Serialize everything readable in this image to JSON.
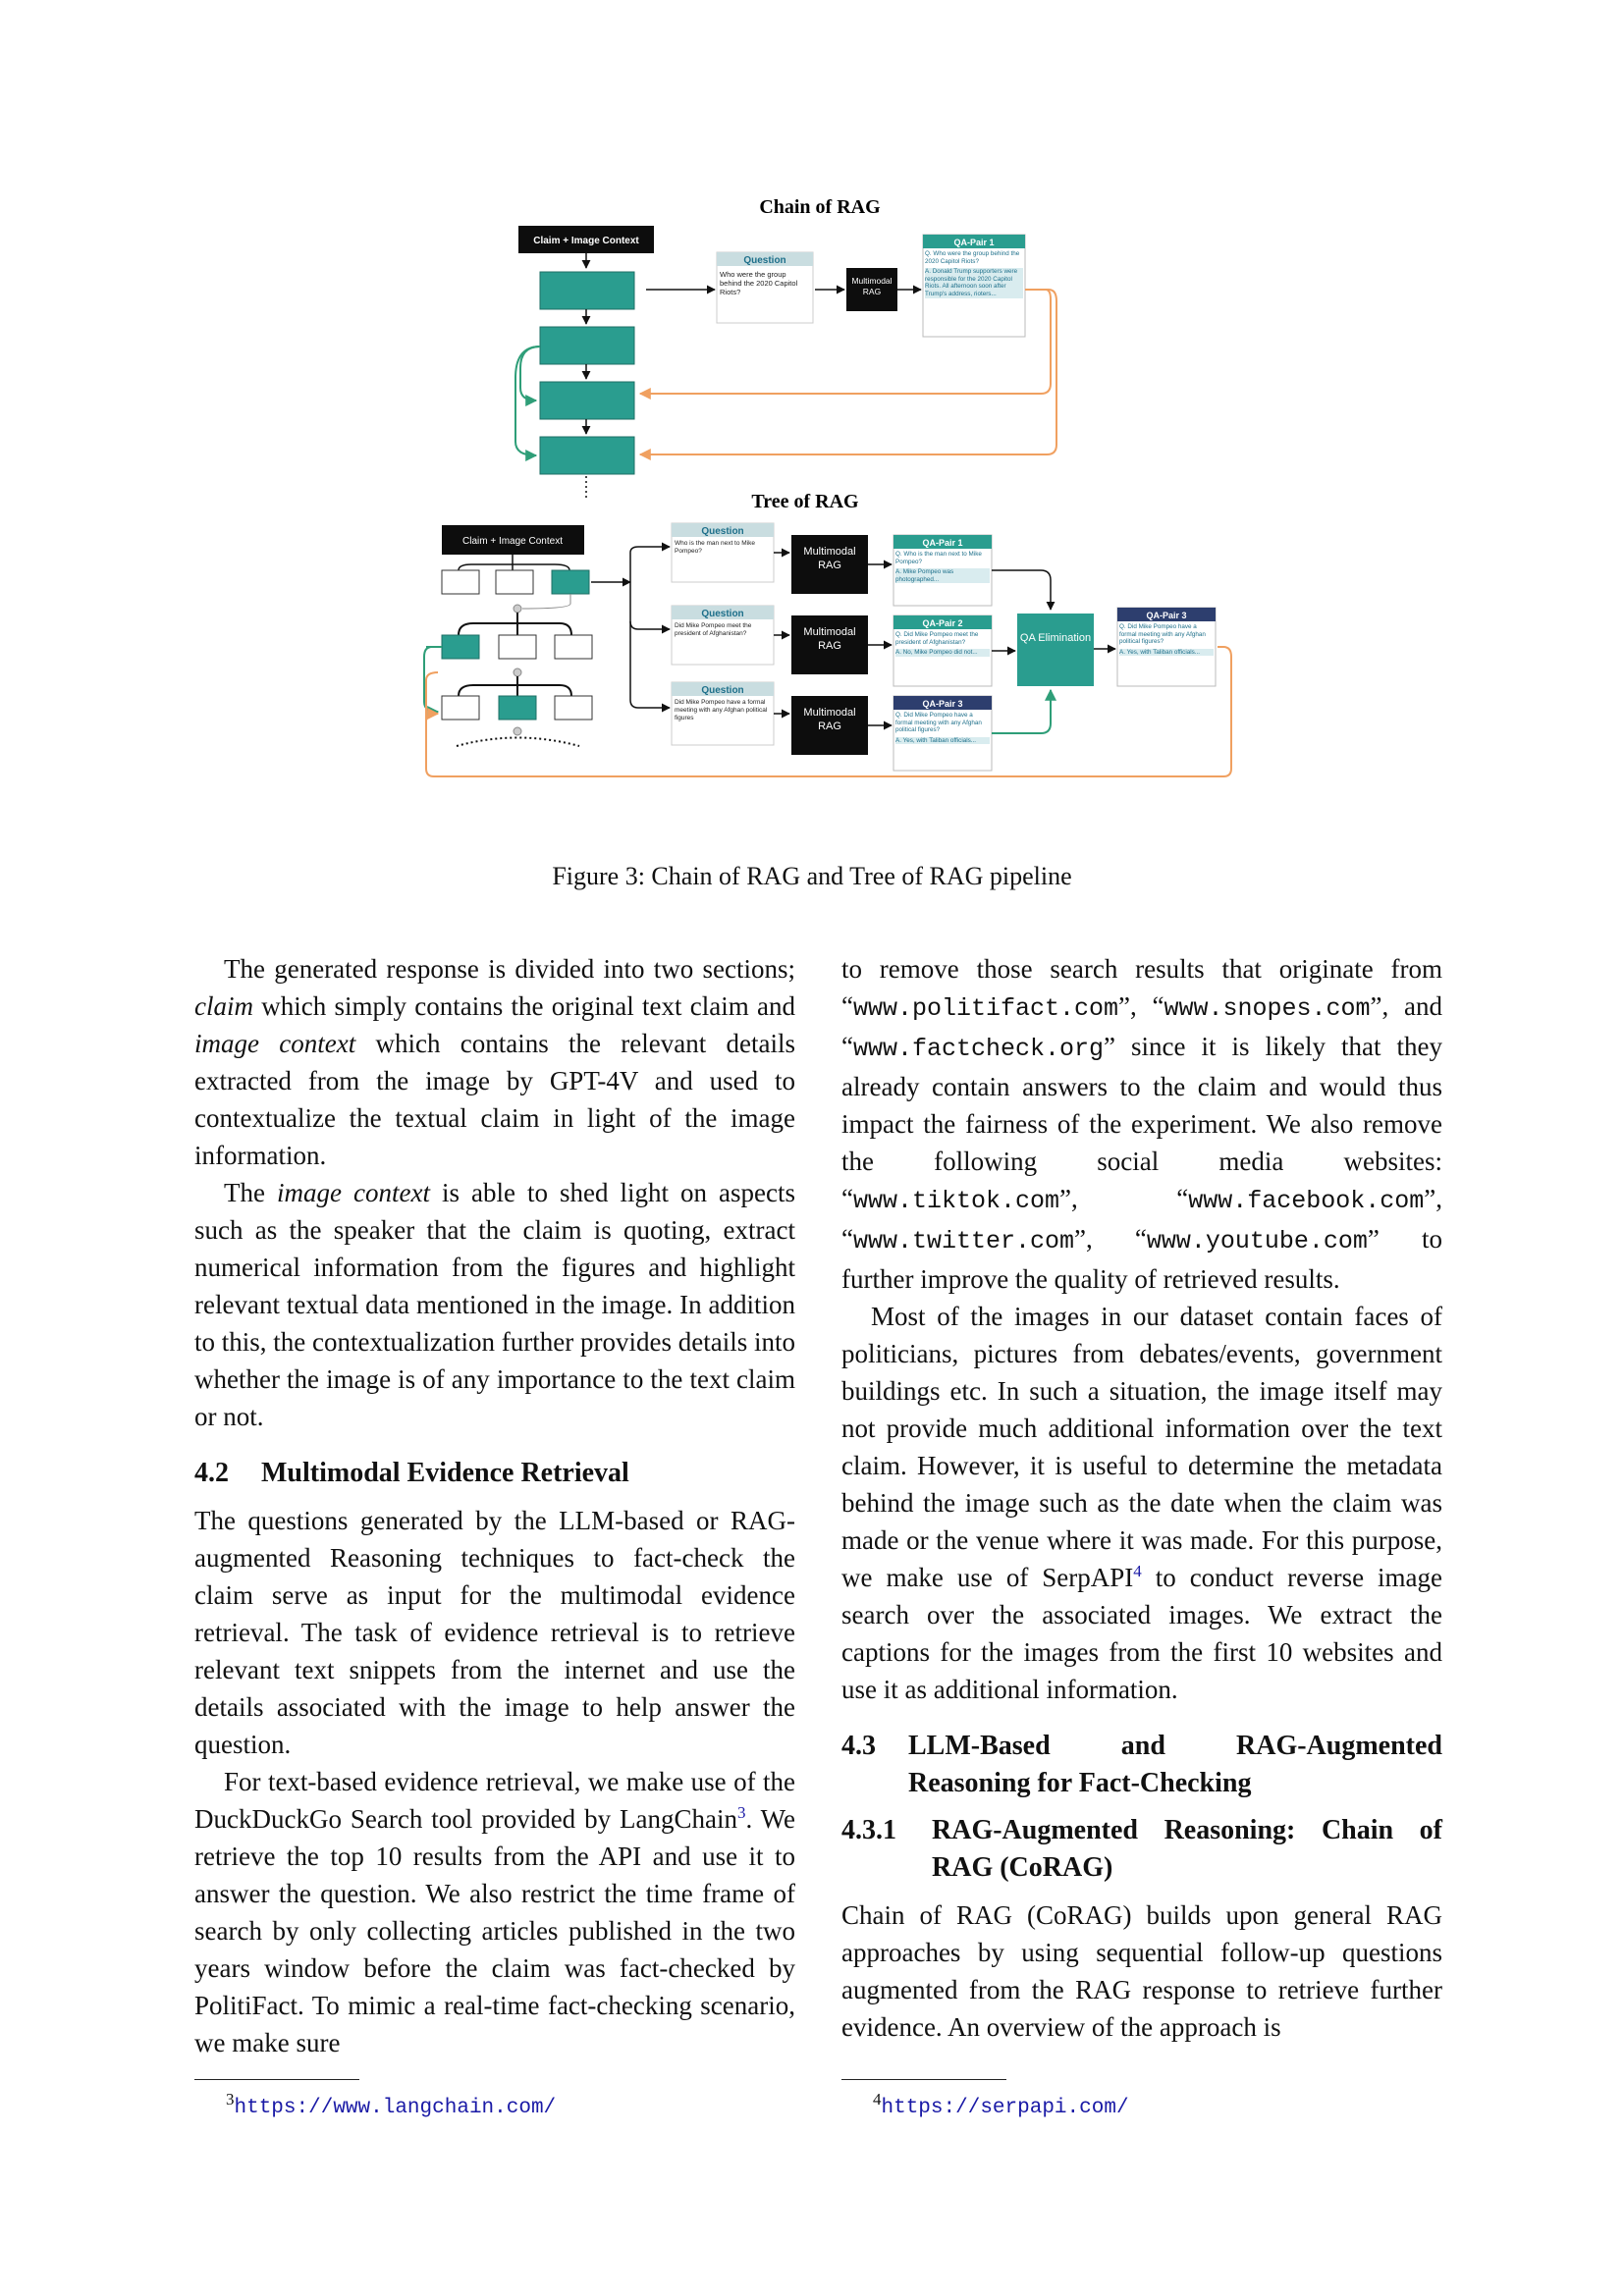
{
  "figure": {
    "chain_title": "Chain of RAG",
    "tree_title": "Tree of RAG",
    "claim_box": "Claim + Image Context",
    "question_label": "Question",
    "chain_question": "Who were the group behind the 2020 Capitol Riots?",
    "multimodal_rag": "Multimodal RAG",
    "qa_pair_1": "QA-Pair 1",
    "qa_pair_2": "QA-Pair 2",
    "qa_pair_3": "QA-Pair 3",
    "chain_qa_q": "Q. Who were the group behind the 2020 Capitol Riots?",
    "chain_qa_a": "A. Donald Trump supporters were responsible for the 2020 Capitol Riots. All afternoon soon after Trump's address, rioters...",
    "tree_q1": "Who is the man next to Mike Pompeo?",
    "tree_q2": "Did Mike Pompeo meet the president of Afghanistan?",
    "tree_q3": "Did Mike Pompeo have a formal meeting with any Afghan political figures",
    "tree_qa1_q": "Q. Who is the man next to Mike Pompeo?",
    "tree_qa1_a": "A. Mike Pompeo was photographed...",
    "tree_qa2_q": "Q. Did Mike Pompeo meet the president of Afghanistan?",
    "tree_qa2_a": "A. No, Mike Pompeo did not...",
    "tree_qa3_q": "Q. Did Mike Pompeo have a formal meeting with any Afghan political figures?",
    "tree_qa3_a": "A. Yes, with Taliban officials...",
    "qa_elim": "QA Elimination",
    "final_q": "Q. Did Mike Pompeo have a formal meeting with any Afghan political figures?",
    "final_a": "A. Yes, with Taliban officials...",
    "caption": "Figure 3: Chain of RAG and Tree of RAG pipeline",
    "colors": {
      "teal": "#2a9d8f",
      "dark": "#0d0d0d",
      "orange": "#f0a060",
      "green": "#2e9e78",
      "navy": "#2d3e6e"
    }
  },
  "left": {
    "p1_a": "The generated response is divided into two sections; ",
    "p1_claim": "claim",
    "p1_b": " which simply contains the original text claim and ",
    "p1_ic": "image context",
    "p1_c": " which contains the relevant details extracted from the image by GPT-4V and used to contextualize the textual claim in light of the image information.",
    "p2_a": "The ",
    "p2_ic": "image context",
    "p2_b": " is able to shed light on aspects such as the speaker that the claim is quoting, extract numerical information from the figures and highlight relevant textual data mentioned in the image. In addition to this, the contextualization further provides details into whether the image is of any importance to the text claim or not.",
    "h42_num": "4.2",
    "h42_title": "Multimodal Evidence Retrieval",
    "p3": "The questions generated by the LLM-based or RAG-augmented Reasoning techniques to fact-check the claim serve as input for the multimodal evidence retrieval. The task of evidence retrieval is to retrieve relevant text snippets from the internet and use the details associated with the image to help answer the question.",
    "p4_a": "For text-based evidence retrieval, we make use of the DuckDuckGo Search tool provided by LangChain",
    "p4_sup": "3",
    "p4_b": ". We retrieve the top 10 results from the API and use it to answer the question. We also restrict the time frame of search by only collecting articles published in the two years window before the claim was fact-checked by PolitiFact. To mimic a real-time fact-checking scenario, we make sure"
  },
  "right": {
    "p1_a": "to remove those search results that originate from “",
    "url1": "www.politifact.com",
    "p1_b": "”, “",
    "url2": "www.snopes.com",
    "p1_c": "”, and “",
    "url3": "www.factcheck.org",
    "p1_d": "” since it is likely that they already contain answers to the claim and would thus impact the fairness of the experiment. We also remove the following social media websites: “",
    "url4": "www.tiktok.com",
    "p1_e": "”, “",
    "url5": "www.facebook.com",
    "p1_f": "”, “",
    "url6": "www.twitter.com",
    "p1_g": "”, “",
    "url7": "www.youtube.com",
    "p1_h": "” to further improve the quality of retrieved results.",
    "p2_a": "Most of the images in our dataset contain faces of politicians, pictures from debates/events, government buildings etc. In such a situation, the image itself may not provide much additional information over the text claim. However, it is useful to determine the metadata behind the image such as the date when the claim was made or the venue where it was made. For this purpose, we make use of SerpAPI",
    "p2_sup": "4",
    "p2_b": " to conduct reverse image search over the associated images. We extract the captions for the images from the first 10 websites and use it as additional information.",
    "h43_num": "4.3",
    "h43_title": "LLM-Based and RAG-Augmented Reasoning for Fact-Checking",
    "h431_num": "4.3.1",
    "h431_title": "RAG-Augmented Reasoning: Chain of RAG (CoRAG)",
    "p3": "Chain of RAG (CoRAG) builds upon general RAG approaches by using sequential follow-up questions augmented from the RAG response to retrieve further evidence. An overview of the approach is"
  },
  "footnotes": {
    "fn3_num": "3",
    "fn3_url": "https://www.langchain.com/",
    "fn4_num": "4",
    "fn4_url": "https://serpapi.com/"
  }
}
